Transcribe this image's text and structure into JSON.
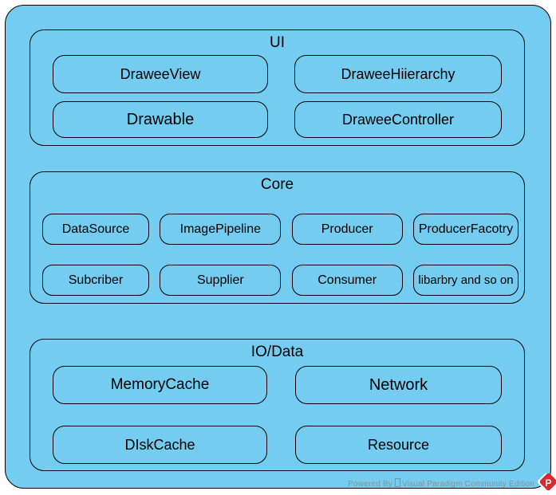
{
  "colors": {
    "fill": "#74CCF0",
    "border": "#000000",
    "footer_text": "#8E8E8E",
    "logo_red": "#D9282E"
  },
  "sections": [
    {
      "title": "UI",
      "rows": [
        [
          "DraweeView",
          "DraweeHiierarchy"
        ],
        [
          "Drawable",
          "DraweeController"
        ]
      ]
    },
    {
      "title": "Core",
      "rows": [
        [
          "DataSource",
          "ImagePipeline",
          "Producer",
          "ProducerFacotry"
        ],
        [
          "Subcriber",
          "Supplier",
          "Consumer",
          "libarbry and so on"
        ]
      ]
    },
    {
      "title": "IO/Data",
      "rows": [
        [
          "MemoryCache",
          "Network"
        ],
        [
          "DIskCache",
          "Resource"
        ]
      ]
    }
  ],
  "footer": {
    "powered_by": "Powered By",
    "product": "Visual Paradigm Community Edition",
    "logo": "visual-paradigm-logo",
    "logo_letter": "P"
  }
}
